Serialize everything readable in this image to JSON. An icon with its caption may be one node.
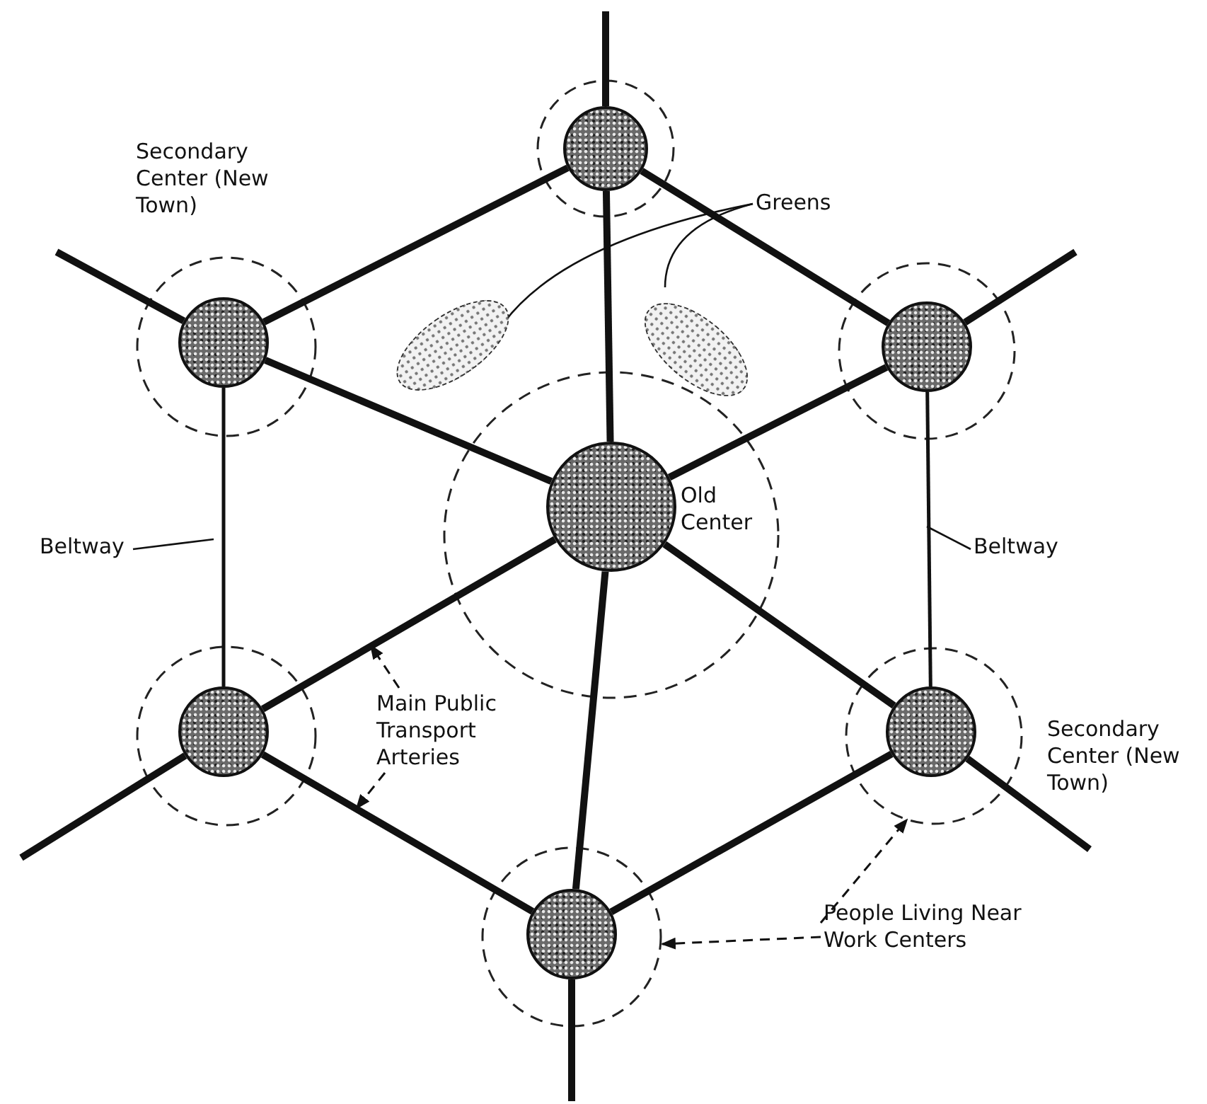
{
  "diagram": {
    "nodes": [
      {
        "text": [
          "Greens"
        ]
      },
      {
        "text": [],
        "shape": "circle"
      },
      {
        "text": [],
        "shape": "circle",
        "beside": [
          "Secondary Center (New Town)"
        ]
      },
      {
        "text": [],
        "shape": "ellipse"
      },
      {
        "text": [],
        "shape": "ellipse"
      },
      {
        "text": [],
        "shape": "circle"
      },
      {
        "text": [
          "Beltway"
        ]
      },
      {
        "text": [],
        "shape": "circle",
        "beside": [
          "Old Center"
        ]
      },
      {
        "text": [
          "Beltway"
        ]
      },
      {
        "text": [],
        "shape": "circle"
      },
      {
        "text": [
          "Main Public Transport Arteries"
        ]
      },
      {
        "text": [],
        "shape": "circle",
        "beside": [
          "Secondary Center (New Town)"
        ]
      },
      {
        "text": [],
        "shape": "circle"
      },
      {
        "text": [
          "People Living Near Work Centers"
        ]
      }
    ],
    "edges": [
      {
        "from": 7,
        "to": 1,
        "arrow": "none"
      },
      {
        "from": 7,
        "to": 2,
        "arrow": "none"
      },
      {
        "from": 7,
        "to": 5,
        "arrow": "none"
      },
      {
        "from": 7,
        "to": 9,
        "arrow": "none"
      },
      {
        "from": 7,
        "to": 11,
        "arrow": "none"
      },
      {
        "from": 7,
        "to": 12,
        "arrow": "none"
      },
      {
        "from": 1,
        "to": 2,
        "arrow": "none"
      },
      {
        "from": 1,
        "to": 5,
        "arrow": "none"
      },
      {
        "from": 2,
        "to": 9,
        "arrow": "none"
      },
      {
        "from": 5,
        "to": 11,
        "arrow": "none"
      },
      {
        "from": 9,
        "to": 12,
        "arrow": "none"
      },
      {
        "from": 11,
        "to": 12,
        "arrow": "none"
      },
      {
        "from": 1,
        "to": null,
        "arrow": "none"
      },
      {
        "from": 2,
        "to": null,
        "arrow": "none"
      },
      {
        "from": 5,
        "to": null,
        "arrow": "none"
      },
      {
        "from": 9,
        "to": null,
        "arrow": "none"
      },
      {
        "from": 11,
        "to": null,
        "arrow": "none"
      },
      {
        "from": 12,
        "to": null,
        "arrow": "none"
      },
      {
        "from": 0,
        "to": 3,
        "arrow": "none"
      },
      {
        "from": 0,
        "to": 4,
        "arrow": "none"
      },
      {
        "from": 6,
        "to": null,
        "arrow": "none"
      },
      {
        "from": 8,
        "to": null,
        "arrow": "none"
      },
      {
        "from": 10,
        "to": null,
        "arrow": "to",
        "style": "dashed"
      },
      {
        "from": 10,
        "to": null,
        "arrow": "to",
        "style": "dashed"
      },
      {
        "from": 13,
        "to": 11,
        "arrow": "to",
        "style": "dashed"
      },
      {
        "from": 13,
        "to": 12,
        "arrow": "to",
        "style": "dashed"
      }
    ]
  }
}
